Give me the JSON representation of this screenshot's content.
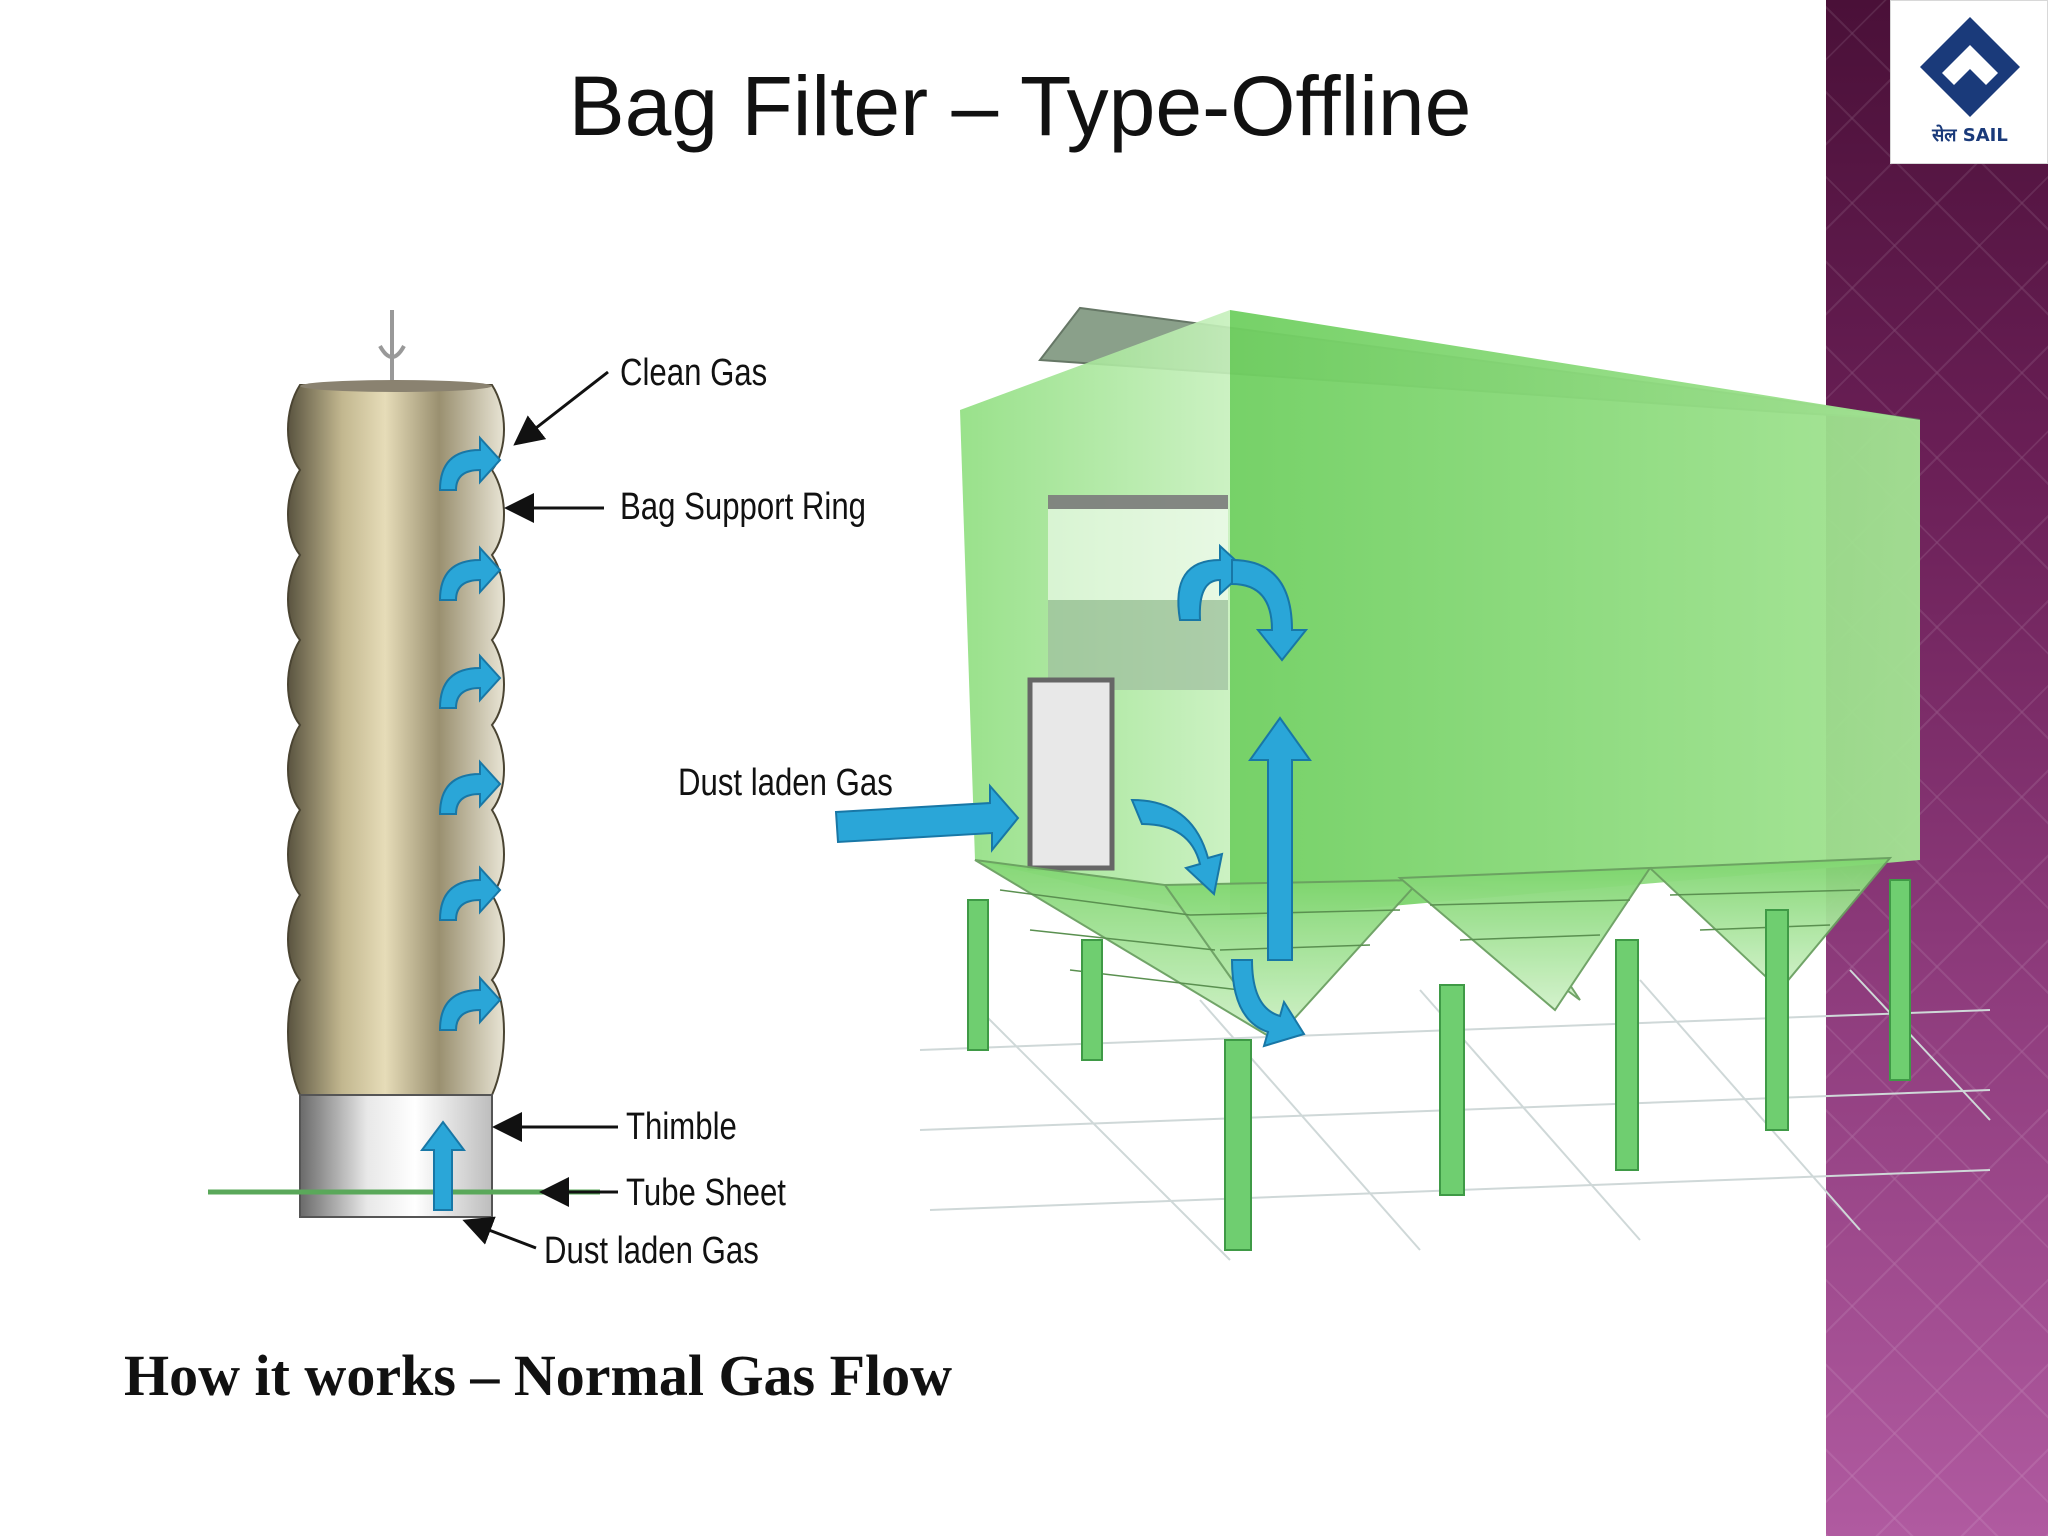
{
  "slide": {
    "title": "Bag Filter – Type-Offline",
    "caption": "How it works – Normal Gas Flow"
  },
  "logo": {
    "text": "सेल SAIL",
    "accent_color": "#1a3a7a"
  },
  "bag_diagram": {
    "labels": {
      "clean_gas": "Clean Gas",
      "bag_support_ring": "Bag Support Ring",
      "thimble": "Thimble",
      "tube_sheet": "Tube Sheet",
      "dust_laden_gas": "Dust laden Gas"
    }
  },
  "housing_diagram": {
    "labels": {
      "dust_laden_gas": "Dust laden Gas"
    },
    "housing_color": "#7fd66f",
    "arrow_color": "#2aa6d8"
  },
  "theme": {
    "side_band_color": "#6a1f56"
  }
}
